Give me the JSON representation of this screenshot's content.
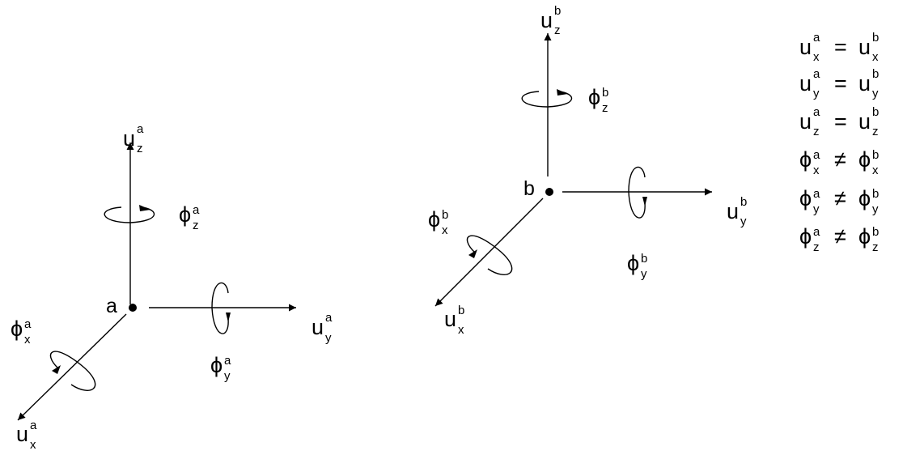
{
  "diagram": {
    "node_a": {
      "point_label": "a",
      "u_symbol": "u",
      "phi_symbol": "ϕ",
      "superscript": "a",
      "ux_sub": "x",
      "uy_sub": "y",
      "uz_sub": "z",
      "phix_sub": "x",
      "phiy_sub": "y",
      "phiz_sub": "z"
    },
    "node_b": {
      "point_label": "b",
      "u_symbol": "u",
      "phi_symbol": "ϕ",
      "superscript": "b",
      "ux_sub": "x",
      "uy_sub": "y",
      "uz_sub": "z",
      "phix_sub": "x",
      "phiy_sub": "y",
      "phiz_sub": "z"
    }
  },
  "equations": [
    {
      "lhs": "u",
      "lhs_sup": "a",
      "lhs_sub": "x",
      "op": "=",
      "rhs": "u",
      "rhs_sup": "b",
      "rhs_sub": "x"
    },
    {
      "lhs": "u",
      "lhs_sup": "a",
      "lhs_sub": "y",
      "op": "=",
      "rhs": "u",
      "rhs_sup": "b",
      "rhs_sub": "y"
    },
    {
      "lhs": "u",
      "lhs_sup": "a",
      "lhs_sub": "z",
      "op": "=",
      "rhs": "u",
      "rhs_sup": "b",
      "rhs_sub": "z"
    },
    {
      "lhs": "ϕ",
      "lhs_sup": "a",
      "lhs_sub": "x",
      "op": "≠",
      "rhs": "ϕ",
      "rhs_sup": "b",
      "rhs_sub": "x"
    },
    {
      "lhs": "ϕ",
      "lhs_sup": "a",
      "lhs_sub": "y",
      "op": "≠",
      "rhs": "ϕ",
      "rhs_sup": "b",
      "rhs_sub": "y"
    },
    {
      "lhs": "ϕ",
      "lhs_sup": "a",
      "lhs_sub": "z",
      "op": "≠",
      "rhs": "ϕ",
      "rhs_sup": "b",
      "rhs_sub": "z"
    }
  ]
}
